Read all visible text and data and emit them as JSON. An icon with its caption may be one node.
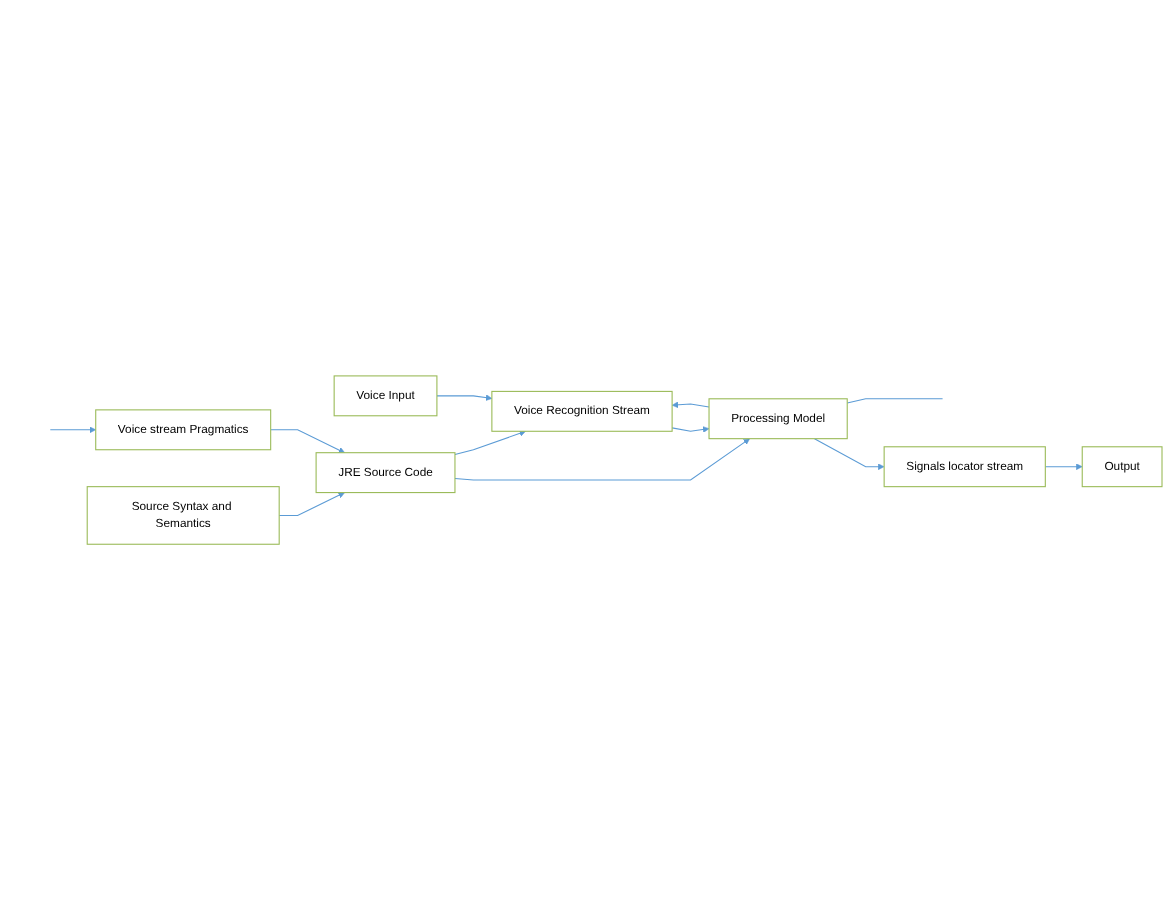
{
  "diagram": {
    "nodes": [
      {
        "text": [
          "Voice Input"
        ]
      },
      {
        "text": [
          "Voice Recognition Stream"
        ]
      },
      {
        "text": [
          "Processing Model"
        ]
      },
      {
        "text": [
          "Signals locator stream"
        ]
      },
      {
        "text": [
          "Output"
        ]
      },
      {
        "text": [
          "Voice stream Pragmatics"
        ]
      },
      {
        "text": [
          "JRE Source Code"
        ]
      },
      {
        "text": [
          "Source Syntax and Semantics"
        ]
      }
    ],
    "edges": [
      {
        "from": 0,
        "to": 1,
        "arrow": "to"
      },
      {
        "from": 1,
        "to": 2,
        "arrow": "to"
      },
      {
        "from": 2,
        "to": 1,
        "arrow": "to"
      },
      {
        "from": 2,
        "to": 3,
        "arrow": "to"
      },
      {
        "from": 3,
        "to": 4,
        "arrow": "to"
      },
      {
        "from": 6,
        "to": 2,
        "arrow": "to"
      },
      {
        "from": 6,
        "to": 1,
        "arrow": "to"
      },
      {
        "from": 5,
        "to": 6,
        "arrow": "to"
      },
      {
        "from": 7,
        "to": 6,
        "arrow": "to"
      },
      {
        "from": null,
        "to": 5,
        "arrow": "to"
      },
      {
        "from": 2,
        "to": null,
        "arrow": "none"
      }
    ]
  }
}
